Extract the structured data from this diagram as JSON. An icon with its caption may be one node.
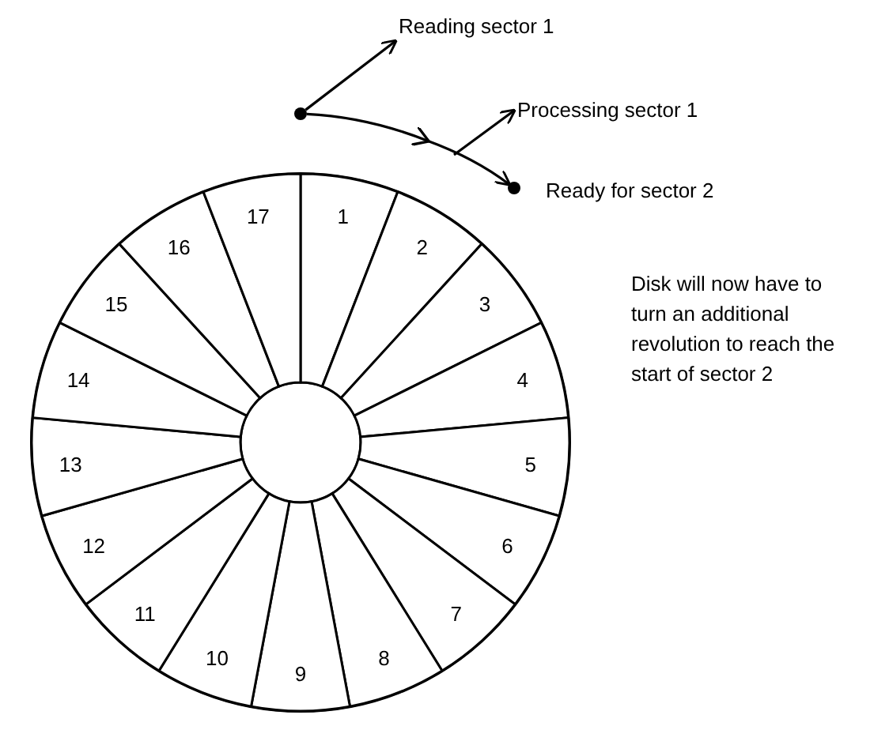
{
  "diagram": {
    "nodes": [
      {
        "text": [
          "Reading sector 1"
        ]
      },
      {
        "text": [],
        "shape": "circle"
      },
      {
        "text": [
          "Processing sector 1"
        ]
      },
      {
        "text": [],
        "shape": "circle"
      },
      {
        "text": [
          "Ready for sector 2"
        ]
      },
      {
        "text": [
          "1"
        ]
      },
      {
        "text": [
          "2"
        ]
      },
      {
        "text": [
          "3"
        ]
      },
      {
        "text": [
          "4"
        ]
      },
      {
        "text": [
          "5"
        ]
      },
      {
        "text": [
          "6"
        ]
      },
      {
        "text": [
          "7"
        ]
      },
      {
        "text": [
          "8"
        ]
      },
      {
        "text": [
          "9"
        ]
      },
      {
        "text": [
          "10"
        ]
      },
      {
        "text": [
          "11"
        ]
      },
      {
        "text": [
          "12"
        ]
      },
      {
        "text": [
          "13"
        ]
      },
      {
        "text": [
          "14"
        ]
      },
      {
        "text": [
          "15"
        ]
      },
      {
        "text": [
          "16"
        ]
      },
      {
        "text": [
          "17"
        ]
      }
    ],
    "edges": [
      {
        "from": 1,
        "to": 0,
        "arrow": "to"
      },
      {
        "from": 1,
        "to": 3,
        "arrow": "to"
      },
      {
        "from": null,
        "to": 2,
        "arrow": "to"
      }
    ],
    "labels": [
      "Disk will now have to turn an additional revolution to reach the start of sector 2"
    ]
  }
}
